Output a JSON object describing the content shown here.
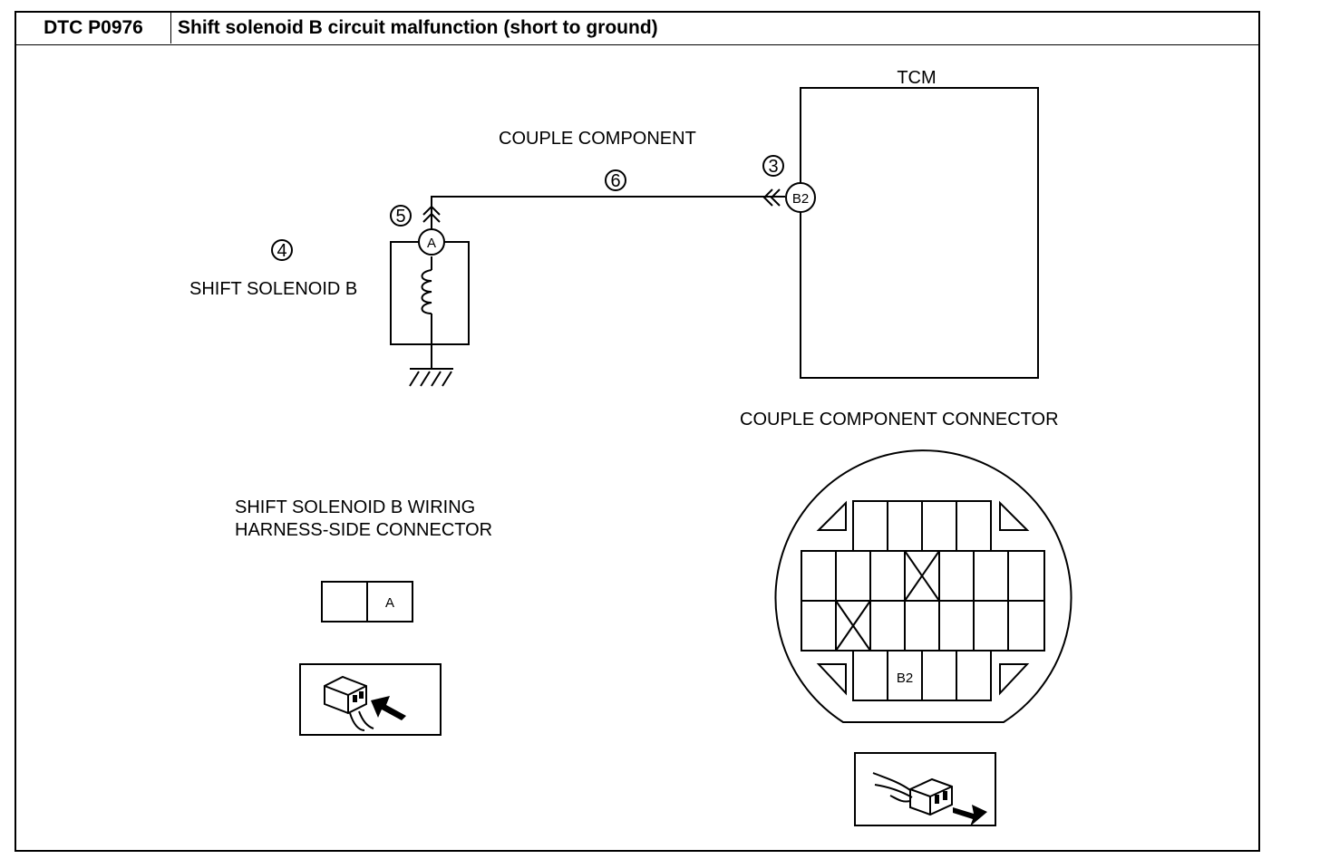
{
  "header": {
    "dtc_code": "DTC P0976",
    "title": "Shift solenoid B circuit malfunction (short to ground)"
  },
  "diagram": {
    "tcm_label": "TCM",
    "couple_component_label": "COUPLE COMPONENT",
    "solenoid_label": "SHIFT SOLENOID B",
    "terminal_a": "A",
    "terminal_b2": "B2",
    "callouts": {
      "n3": "3",
      "n4": "4",
      "n5": "5",
      "n6": "6"
    }
  },
  "solenoid_connector": {
    "title_line1": "SHIFT SOLENOID B WIRING",
    "title_line2": "HARNESS-SIDE CONNECTOR",
    "terminal": "A"
  },
  "couple_connector": {
    "title": "COUPLE COMPONENT CONNECTOR",
    "terminal": "B2"
  }
}
